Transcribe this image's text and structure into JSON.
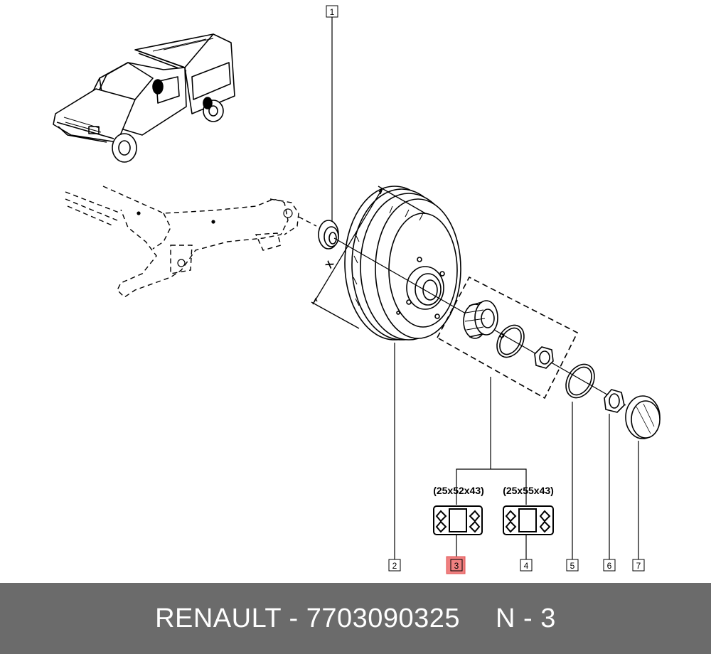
{
  "callouts": {
    "c1": "1",
    "c2": "2",
    "c3": "3",
    "c4": "4",
    "c5": "5",
    "c6": "6",
    "c7": "7"
  },
  "dimension_label": "X",
  "bearing_sizes": {
    "left": "(25x52x43)",
    "right": "(25x55x43)"
  },
  "highlight_color": "#f08080",
  "footer": {
    "part_text": "RENAULT - 7703090325",
    "ref_text": "N - 3"
  }
}
